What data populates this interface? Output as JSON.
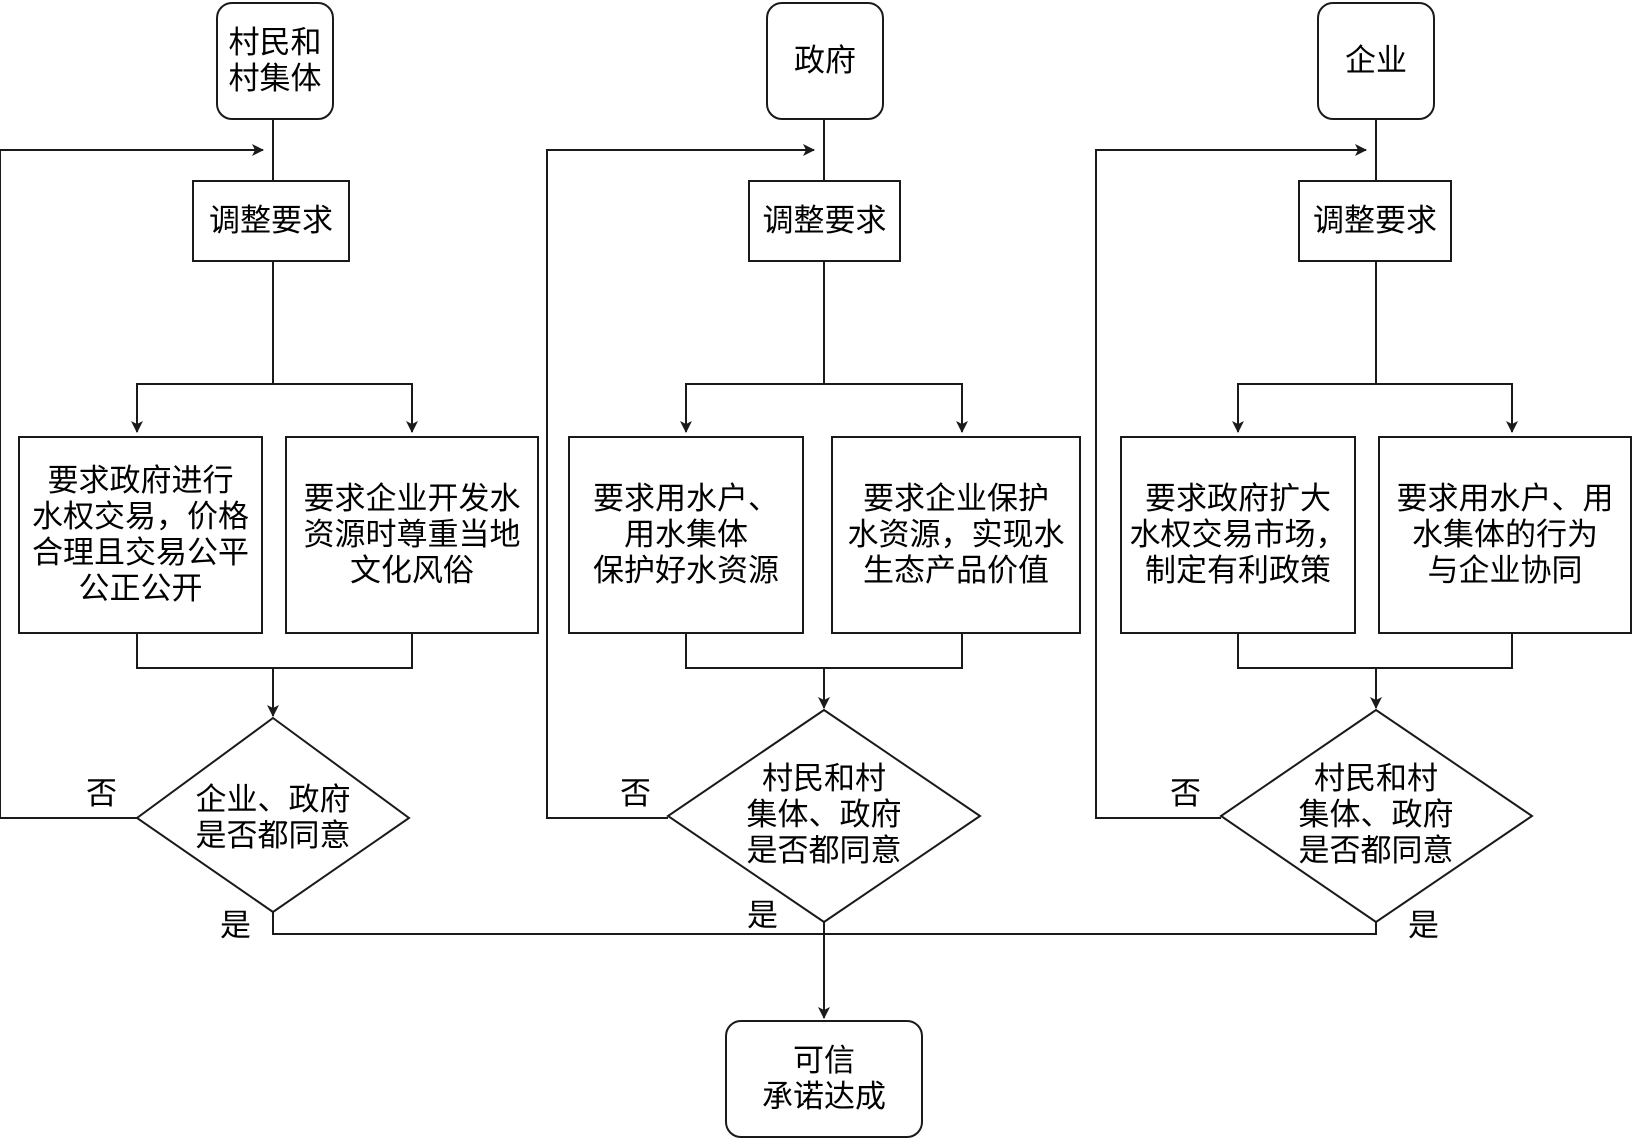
{
  "columns": [
    {
      "actor": [
        "村民和",
        "村集体"
      ],
      "adjust": "调整要求",
      "left_demand": [
        "要求政府进行",
        "水权交易，价格",
        "合理且交易公平",
        "公正公开"
      ],
      "right_demand": [
        "要求企业开发水",
        "资源时尊重当地",
        "文化风俗"
      ],
      "decision": [
        "企业、政府",
        "是否都同意"
      ],
      "no_label": "否",
      "yes_label": "是"
    },
    {
      "actor": [
        "政府"
      ],
      "adjust": "调整要求",
      "left_demand": [
        "要求用水户、",
        "用水集体",
        "保护好水资源"
      ],
      "right_demand": [
        "要求企业保护",
        "水资源，实现水",
        "生态产品价值"
      ],
      "decision": [
        "村民和村",
        "集体、政府",
        "是否都同意"
      ],
      "no_label": "否",
      "yes_label": "是"
    },
    {
      "actor": [
        "企业"
      ],
      "adjust": "调整要求",
      "left_demand": [
        "要求政府扩大",
        "水权交易市场，",
        "制定有利政策"
      ],
      "right_demand": [
        "要求用水户、用",
        "水集体的行为",
        "与企业协同"
      ],
      "decision": [
        "村民和村",
        "集体、政府",
        "是否都同意"
      ],
      "no_label": "否",
      "yes_label": "是"
    }
  ],
  "outcome": [
    "可信",
    "承诺达成"
  ]
}
